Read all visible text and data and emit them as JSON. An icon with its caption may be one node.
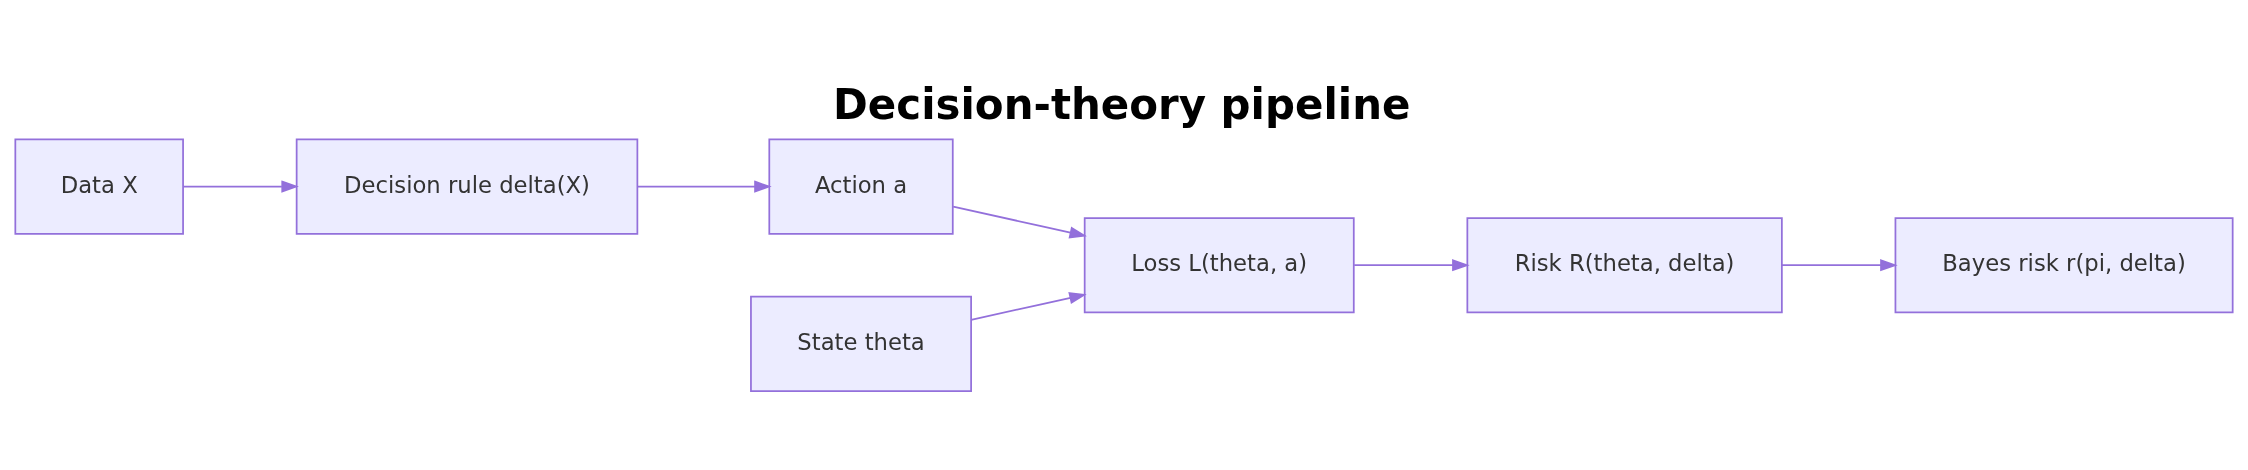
{
  "diagram": {
    "title": "Decision-theory pipeline",
    "nodes": [
      {
        "text": [
          "Data X"
        ]
      },
      {
        "text": [
          "Decision rule delta(X)"
        ]
      },
      {
        "text": [
          "Action a"
        ]
      },
      {
        "text": [
          "State theta"
        ]
      },
      {
        "text": [
          "Loss L(theta, a)"
        ]
      },
      {
        "text": [
          "Risk R(theta, delta)"
        ]
      },
      {
        "text": [
          "Bayes risk r(pi, delta)"
        ]
      }
    ],
    "edges": [
      {
        "from": 0,
        "to": 1,
        "arrow": "to"
      },
      {
        "from": 1,
        "to": 2,
        "arrow": "to"
      },
      {
        "from": 3,
        "to": 4,
        "arrow": "to"
      },
      {
        "from": 2,
        "to": 4,
        "arrow": "to"
      },
      {
        "from": 4,
        "to": 5,
        "arrow": "to"
      },
      {
        "from": 5,
        "to": 6,
        "arrow": "to"
      }
    ]
  }
}
